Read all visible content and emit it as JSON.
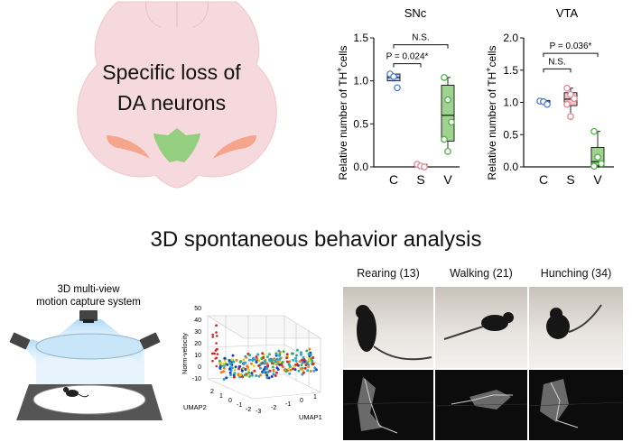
{
  "brain": {
    "caption_line1": "Specific loss of",
    "caption_line2": "DA neurons"
  },
  "chart_data": [
    {
      "type": "box",
      "title": "SNc",
      "ylabel": "Relative number of TH+cells",
      "ylabel_main": "Relative number of TH",
      "ylabel_sup": "+",
      "ylabel_tail": "cells",
      "categories": [
        "C",
        "S",
        "V"
      ],
      "ylim": [
        0,
        1.5
      ],
      "yticks": [
        "0.0",
        "0.5",
        "1.0",
        "1.5"
      ],
      "groups": [
        {
          "name": "C",
          "color": "#4a7fd4",
          "points": [
            1.08,
            1.05,
            0.92
          ],
          "box": [
            1.0,
            1.04,
            1.08
          ]
        },
        {
          "name": "S",
          "color": "#e08a94",
          "points": [
            0.03,
            0.01,
            0.0
          ],
          "box": [
            0.0,
            0.01,
            0.03
          ]
        },
        {
          "name": "V",
          "color": "#55b04a",
          "points": [
            1.04,
            0.78,
            0.52,
            0.32,
            0.18
          ],
          "box": [
            0.3,
            0.6,
            0.95
          ],
          "whisker": [
            0.18,
            1.04
          ]
        }
      ],
      "annotations": [
        {
          "label": "P = 0.024*",
          "from": 0,
          "to": 1,
          "y": 1.2
        },
        {
          "label": "N.S.",
          "from": 0,
          "to": 2,
          "y": 1.42
        }
      ]
    },
    {
      "type": "box",
      "title": "VTA",
      "ylabel": "Relative number of TH+cells",
      "ylabel_main": "Relative number of TH",
      "ylabel_sup": "+",
      "ylabel_tail": "cells",
      "categories": [
        "C",
        "S",
        "V"
      ],
      "ylim": [
        0,
        2.0
      ],
      "yticks": [
        "0.0",
        "0.5",
        "1.0",
        "1.5",
        "2.0"
      ],
      "groups": [
        {
          "name": "C",
          "color": "#4a7fd4",
          "points": [
            1.02,
            1.01,
            0.97
          ],
          "box": [
            1.0,
            1.01,
            1.03
          ]
        },
        {
          "name": "S",
          "color": "#e08a94",
          "points": [
            1.22,
            1.12,
            1.06,
            0.97,
            0.78
          ],
          "box": [
            0.95,
            1.05,
            1.15
          ],
          "whisker": [
            0.78,
            1.22
          ]
        },
        {
          "name": "V",
          "color": "#55b04a",
          "points": [
            0.55,
            0.15,
            0.05,
            0.01
          ],
          "box": [
            0.02,
            0.08,
            0.3
          ],
          "whisker": [
            0.01,
            0.55
          ]
        }
      ],
      "annotations": [
        {
          "label": "N.S.",
          "from": 0,
          "to": 1,
          "y": 1.52
        },
        {
          "label": "P = 0.036*",
          "from": 0,
          "to": 2,
          "y": 1.76
        }
      ]
    },
    {
      "type": "scatter3d",
      "zlabel": "Norm-velocity",
      "xlabel": "UMAP1",
      "ylabel": "UMAP2",
      "zticks": [
        "50",
        "40",
        "30",
        "20",
        "10",
        "0",
        "-10"
      ],
      "xticks": [
        "-3",
        "-2",
        "-1",
        "0",
        "1"
      ],
      "yticks": [
        "2",
        "1",
        "0",
        "-1",
        "-2"
      ]
    }
  ],
  "behavior": {
    "title": "3D spontaneous behavior analysis",
    "system_label_line1": "3D multi-view",
    "system_label_line2": "motion capture system",
    "panels": [
      {
        "label": "Rearing (13)"
      },
      {
        "label": "Walking (21)"
      },
      {
        "label": "Hunching (34)"
      }
    ]
  }
}
